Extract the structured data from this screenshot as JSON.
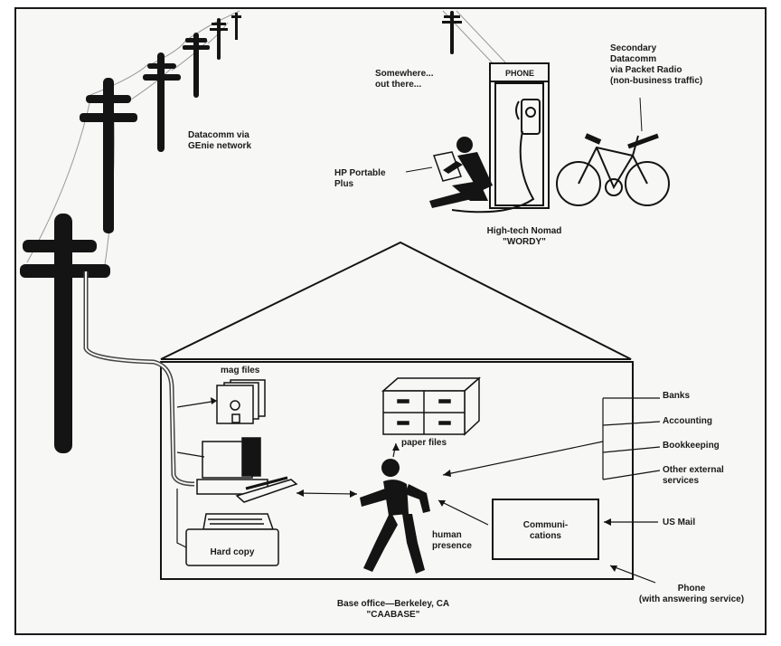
{
  "colors": {
    "ink": "#141414",
    "paper": "#f7f7f5",
    "frame": "#1a1a1a"
  },
  "remote": {
    "datacomm_genie": "Datacomm via\nGEnie network",
    "somewhere": "Somewhere...\nout there...",
    "phone_sign": "PHONE",
    "packet_radio": "Secondary\nDatacomm\nvia Packet Radio\n(non-business traffic)",
    "hp_portable": "HP Portable\nPlus",
    "nomad": "High-tech Nomad\n\"WORDY\""
  },
  "office": {
    "mag_files": "mag files",
    "paper_files": "paper files",
    "hard_copy": "Hard copy",
    "human_presence": "human\npresence",
    "communications": "Communi-\ncations",
    "caption": "Base office—Berkeley, CA\n\"CAABASE\""
  },
  "external": {
    "banks": "Banks",
    "accounting": "Accounting",
    "bookkeeping": "Bookkeeping",
    "other_services": "Other external\nservices",
    "us_mail": "US Mail",
    "phone": "Phone\n(with answering service)"
  },
  "icons": [
    "telephone-pole-icon",
    "phone-booth-icon",
    "bicycle-icon",
    "person-icon",
    "computer-icon",
    "printer-icon",
    "file-cabinet-icon",
    "floppy-disk-icon"
  ]
}
